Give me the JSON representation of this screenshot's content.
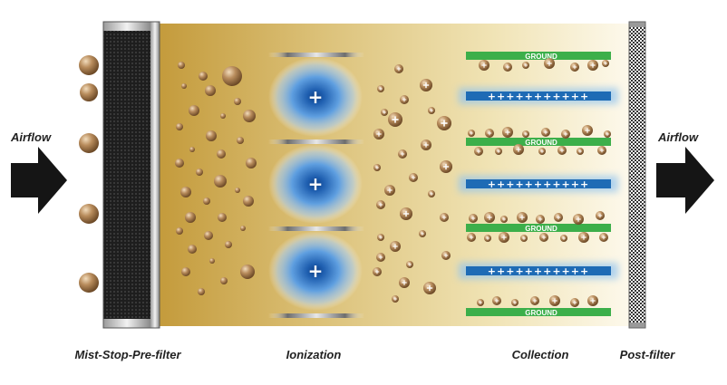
{
  "labels": {
    "airflow_in": "Airflow",
    "airflow_out": "Airflow",
    "prefilter": "Mist-Stop-Pre-filter",
    "ionization": "Ionization",
    "collection": "Collection",
    "postfilter": "Post-filter"
  },
  "collector": {
    "ground_label": "GROUND",
    "plus_label": "+++++++++++"
  },
  "ion_symbol": "+",
  "colors": {
    "chamber_gold": "#c9a54a",
    "chamber_light": "#fbf5dd",
    "particle": "#b0875a",
    "ground_plate": "#3caf4a",
    "charged_plate": "#1e6bb5",
    "ion_glow": "#5f9fe0",
    "arrow": "#151515"
  },
  "icons": [
    "airflow-arrow-icon",
    "particle-icon",
    "charged-particle-icon",
    "ion-field-icon",
    "mesh-filter-icon"
  ]
}
